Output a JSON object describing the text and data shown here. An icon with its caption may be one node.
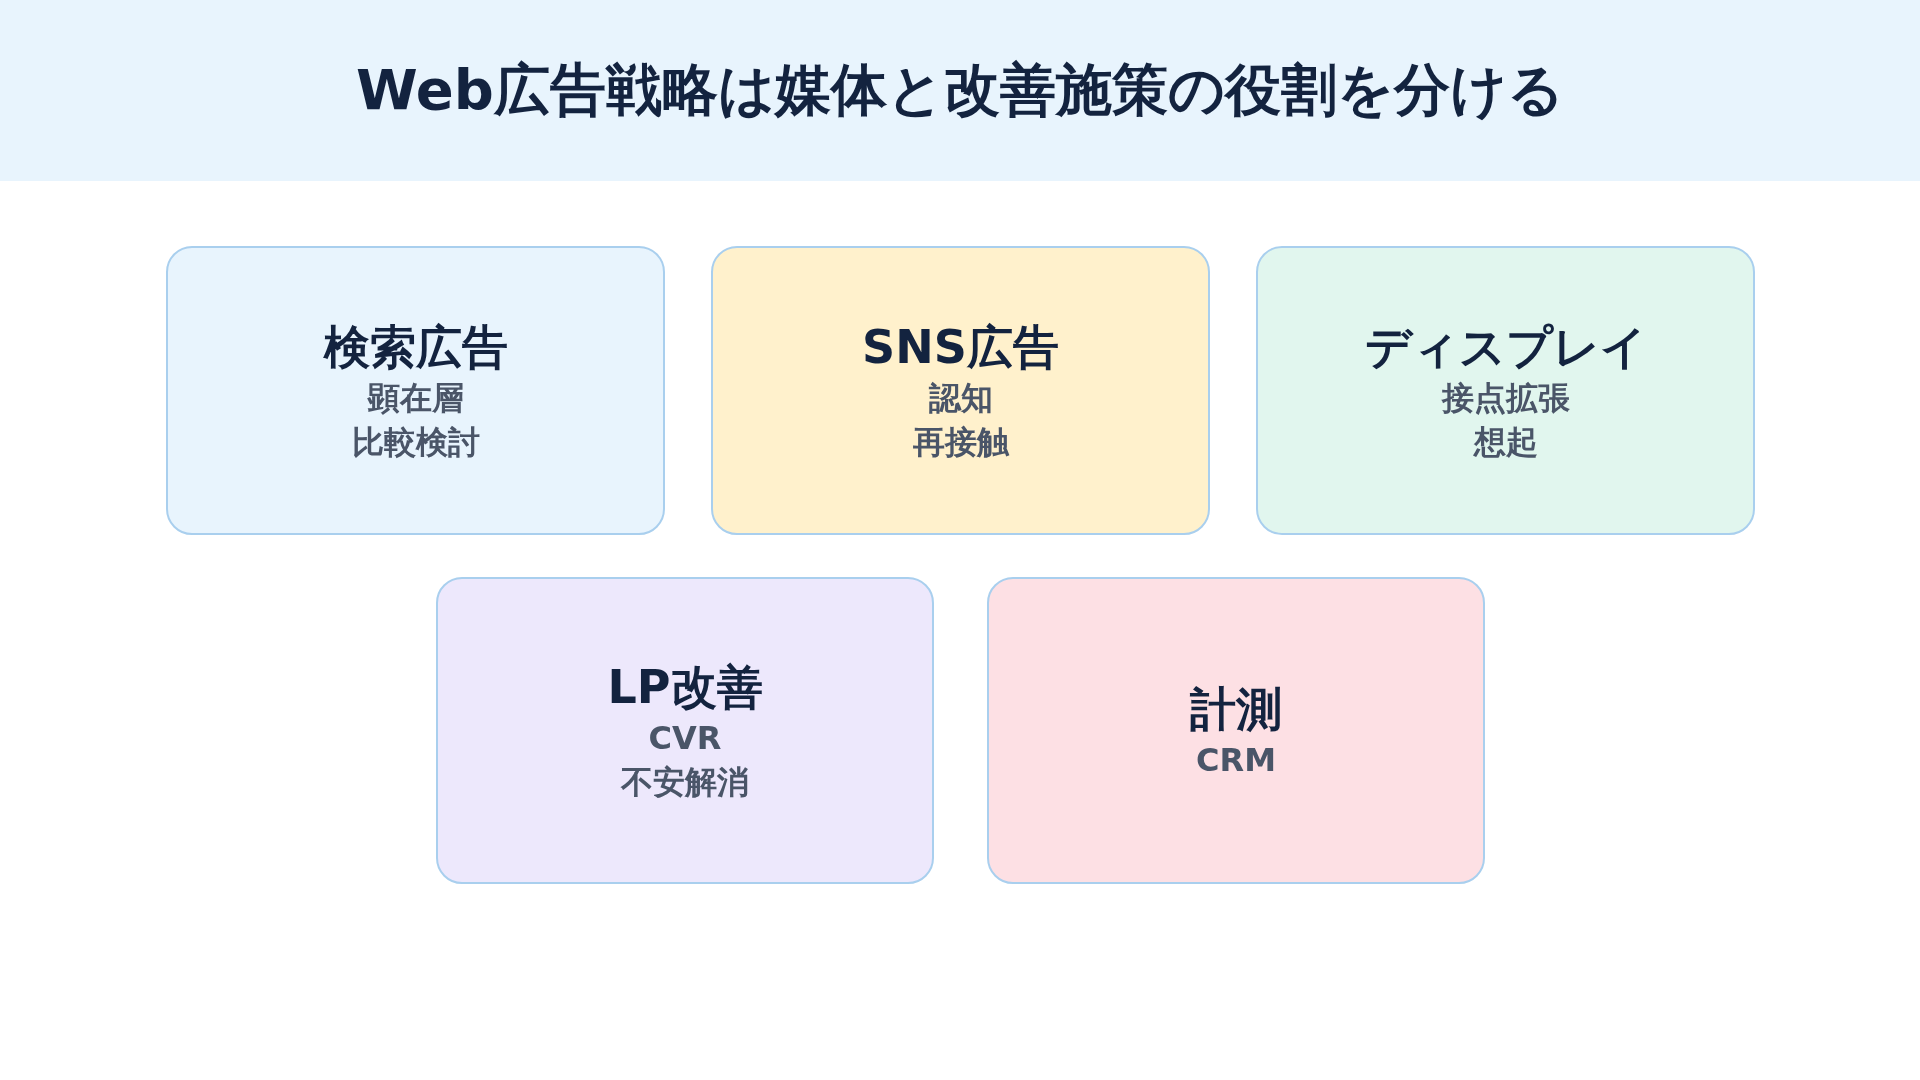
{
  "diagram": {
    "title": "Web広告戦略は媒体と改善施策の役割を分ける",
    "nodes": [
      {
        "text": [
          "検索広告",
          "顕在層",
          "比較検討"
        ]
      },
      {
        "text": [
          "SNS広告",
          "認知",
          "再接触"
        ]
      },
      {
        "text": [
          "ディスプレイ",
          "接点拡張",
          "想起"
        ]
      },
      {
        "text": [
          "LP改善",
          "CVR",
          "不安解消"
        ]
      },
      {
        "text": [
          "計測",
          "CRM"
        ]
      }
    ]
  }
}
